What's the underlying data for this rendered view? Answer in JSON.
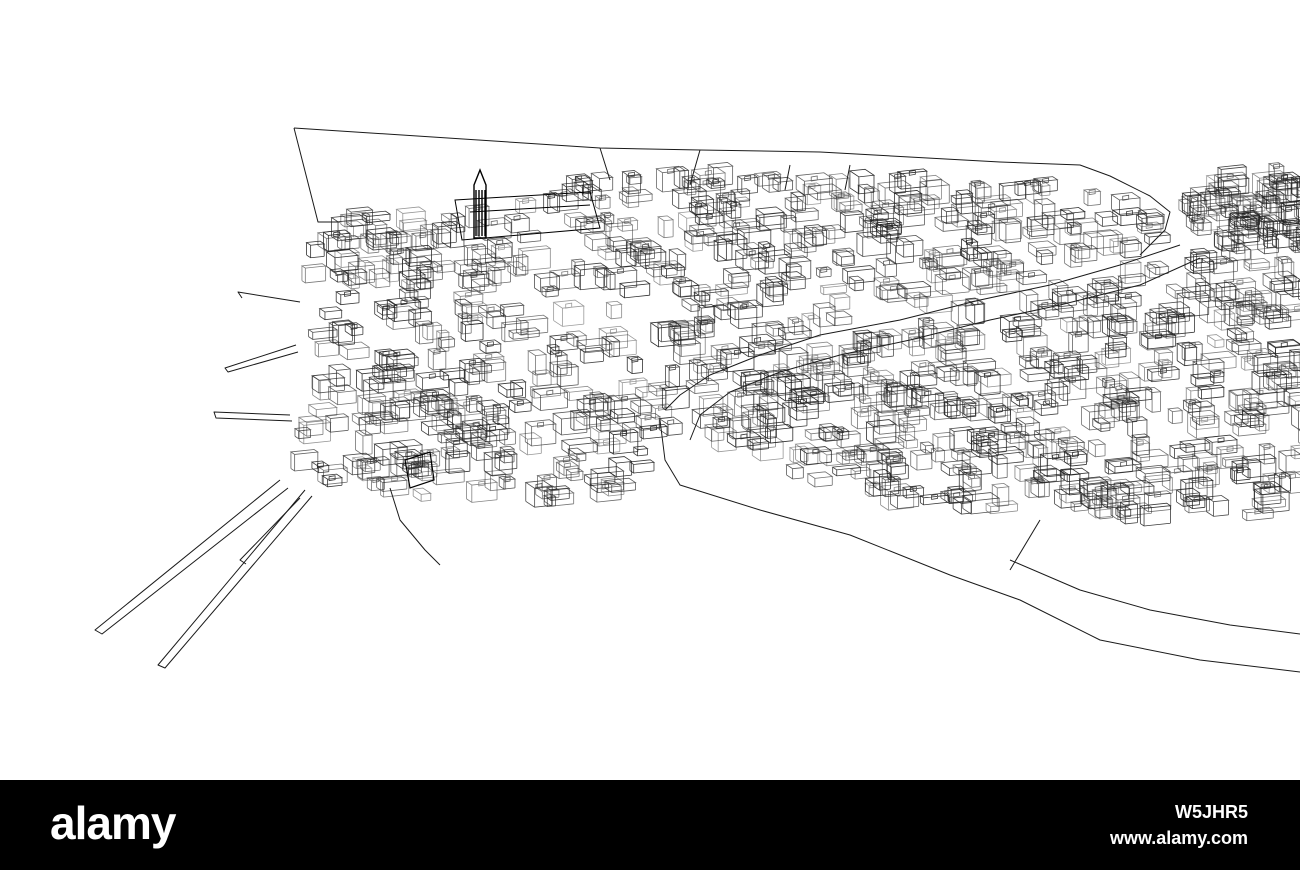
{
  "footer": {
    "brand": "alamy",
    "image_id": "W5JHR5",
    "url": "www.alamy.com"
  },
  "colors": {
    "background": "#ffffff",
    "line": "#1a1a1a",
    "footer_bg": "#000000",
    "footer_text": "#ffffff"
  }
}
